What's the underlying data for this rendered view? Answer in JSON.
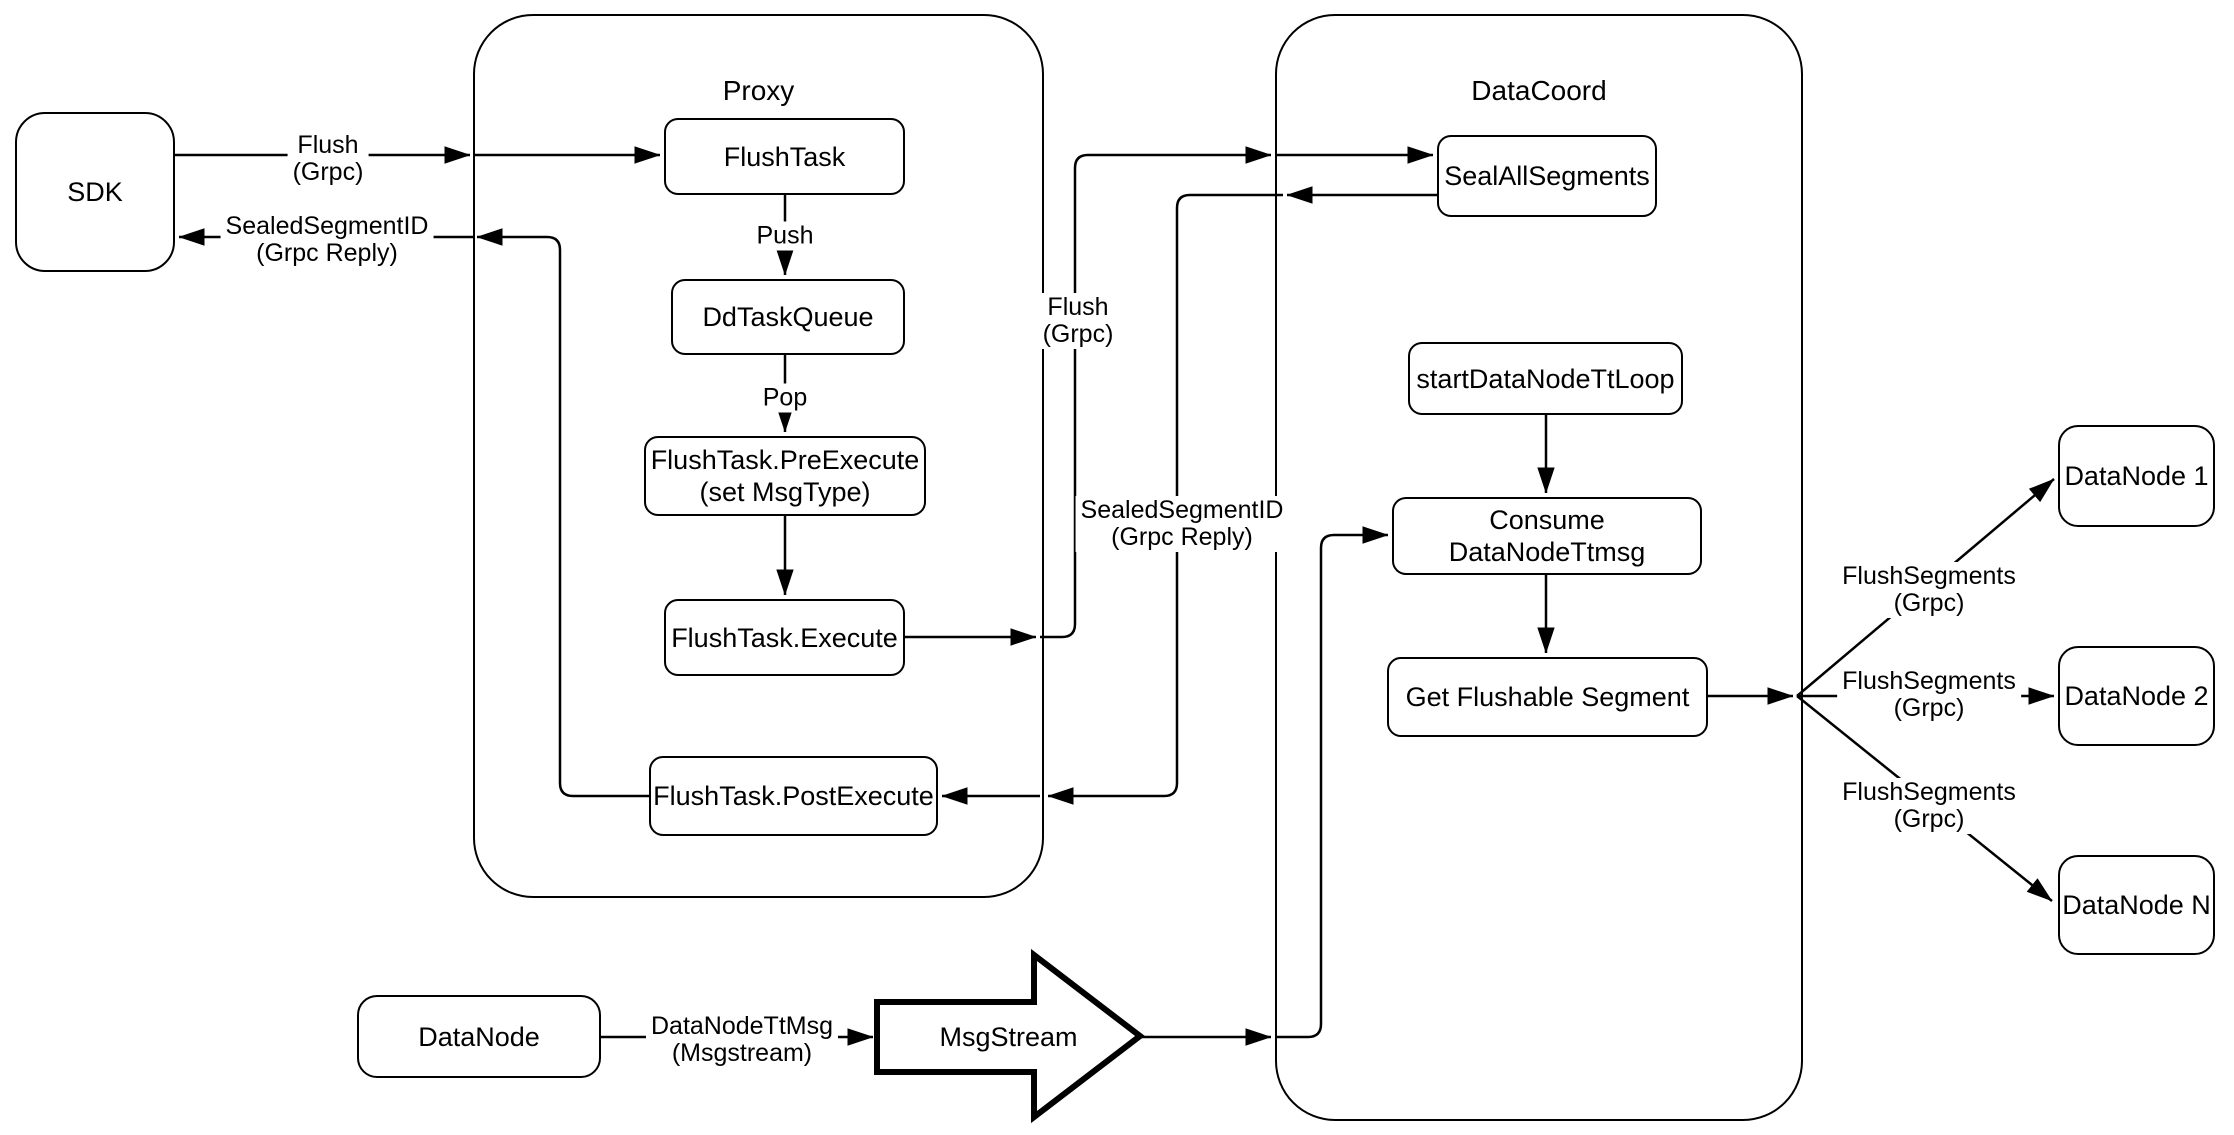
{
  "colors": {
    "background": "#ffffff",
    "stroke": "#000000",
    "text": "#000000"
  },
  "containers": {
    "proxy": {
      "title": "Proxy"
    },
    "datacoord": {
      "title": "DataCoord"
    }
  },
  "nodes": {
    "sdk": {
      "label": "SDK"
    },
    "flush_task": {
      "label": "FlushTask"
    },
    "dd_task_queue": {
      "label": "DdTaskQueue"
    },
    "pre_execute": {
      "label": "FlushTask.PreExecute\n(set MsgType)"
    },
    "execute": {
      "label": "FlushTask.Execute"
    },
    "post_execute": {
      "label": "FlushTask.PostExecute"
    },
    "seal_all_segments": {
      "label": "SealAllSegments"
    },
    "start_datanode_tt_loop": {
      "label": "startDataNodeTtLoop"
    },
    "consume_datanode_ttmsg": {
      "label": "Consume DataNodeTtmsg"
    },
    "get_flushable_segment": {
      "label": "Get Flushable Segment"
    },
    "datanode_1": {
      "label": "DataNode 1"
    },
    "datanode_2": {
      "label": "DataNode 2"
    },
    "datanode_n": {
      "label": "DataNode N"
    },
    "datanode": {
      "label": "DataNode"
    },
    "msgstream": {
      "label": "MsgStream"
    }
  },
  "edge_labels": {
    "flush_grpc_sdk": "Flush\n(Grpc)",
    "sealed_segment_id_sdk": "SealedSegmentID\n(Grpc Reply)",
    "push": "Push",
    "pop": "Pop",
    "flush_grpc_mid": "Flush\n(Grpc)",
    "sealed_segment_id_mid": "SealedSegmentID\n(Grpc Reply)",
    "datanode_tt_msg": "DataNodeTtMsg\n(Msgstream)",
    "flush_segments_1": "FlushSegments\n(Grpc)",
    "flush_segments_2": "FlushSegments\n(Grpc)",
    "flush_segments_3": "FlushSegments\n(Grpc)"
  }
}
